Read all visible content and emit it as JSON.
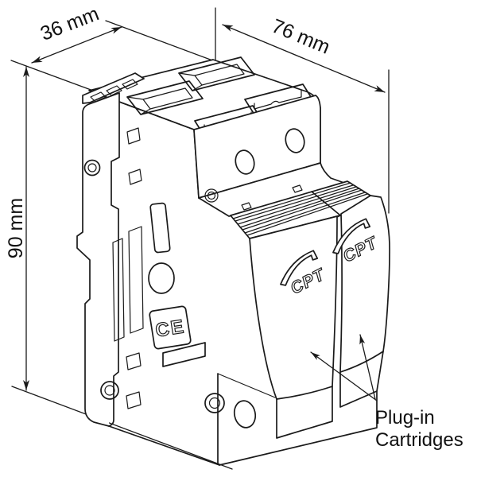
{
  "figure": {
    "description": "Isometric line drawing of a two-pole DIN-rail surge protection device with removable plug-in cartridges and dimension callouts"
  },
  "dimensions": {
    "width_label": "36 mm",
    "depth_label": "76 mm",
    "height_label": "90 mm"
  },
  "callout": {
    "line1": "Plug-in",
    "line2": "Cartridges"
  },
  "device_markings": {
    "cartridge_left_logo": "CPT",
    "cartridge_right_logo": "CPT",
    "ce_mark": "CE"
  },
  "colors": {
    "line": "#1a1a1a",
    "background": "#ffffff"
  }
}
